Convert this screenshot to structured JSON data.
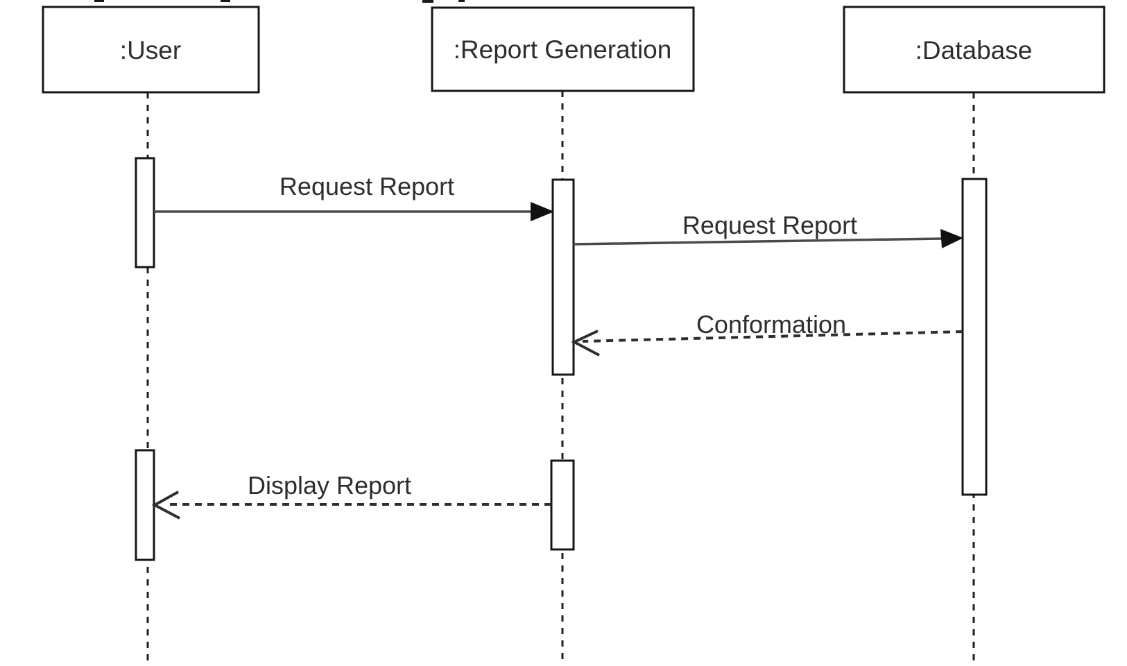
{
  "diagram": {
    "kind": "uml-sequence-diagram",
    "background_color": "#ffffff",
    "colors": {
      "box_border": "#161616",
      "box_fill": "#ffffff",
      "solid_message_line": "#4a4a4a",
      "dashed_message_line": "#2e2e2e",
      "lifeline": "#1f1f1f",
      "text": "#2e2e2e"
    },
    "actors": [
      {
        "id": "user",
        "label": ":User"
      },
      {
        "id": "report-generation",
        "label": ":Report Generation"
      },
      {
        "id": "database",
        "label": ":Database"
      }
    ],
    "messages": [
      {
        "label": "Request Report",
        "from": "user",
        "to": "report-generation",
        "line": "solid",
        "arrowhead": "filled"
      },
      {
        "label": "Request Report",
        "from": "report-generation",
        "to": "database",
        "line": "solid",
        "arrowhead": "filled"
      },
      {
        "label": "Conformation",
        "from": "database",
        "to": "report-generation",
        "line": "dashed",
        "arrowhead": "open"
      },
      {
        "label": "Display Report",
        "from": "report-generation",
        "to": "user",
        "line": "dashed",
        "arrowhead": "open"
      }
    ]
  }
}
